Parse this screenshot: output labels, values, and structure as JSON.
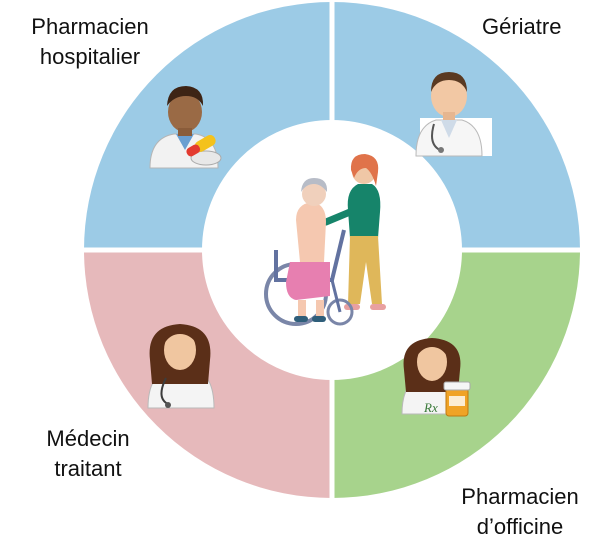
{
  "labels": {
    "pharmacien_hospitalier": [
      "Pharmacien",
      "hospitalier"
    ],
    "geriatre": [
      "Gériatre"
    ],
    "medecin_traitant": [
      "Médecin",
      "traitant"
    ],
    "pharmacien_officine": [
      "Pharmacien",
      "d’officine"
    ]
  },
  "colors": {
    "top_quadrants": "#9ccbe6",
    "bottom_left_quadrant": "#e6b9bb",
    "bottom_right_quadrant": "#a7d38c",
    "divider": "#ffffff",
    "center": "#ffffff"
  },
  "icons": {
    "top_left": "pharmacist-with-pills-icon",
    "top_right": "doctor-with-stethoscope-icon",
    "bottom_left": "female-doctor-icon",
    "bottom_right": "female-pharmacist-with-prescription-icon",
    "center": "elderly-woman-in-wheelchair-with-caregiver-illustration"
  }
}
